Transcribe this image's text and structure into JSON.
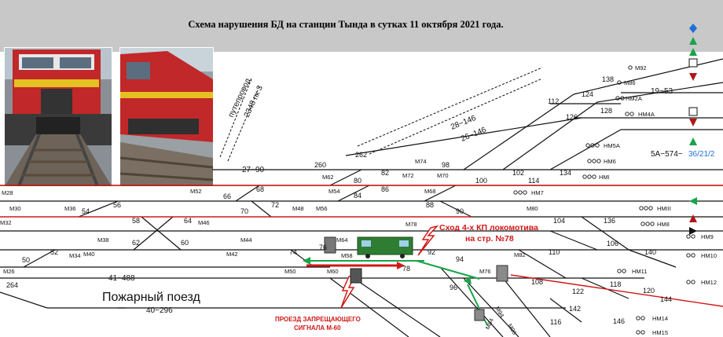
{
  "title": "Схема нарушения БД на станции Тында в сутках 11 октября 2021 года.",
  "annotations": {
    "kp_line1": "Сход 4-х КП локомотива",
    "kp_line2": "на стр. №78",
    "signal_line1": "ПРОЕЗД  ЗАПРЕЩАЮЩЕГО",
    "signal_line2": "СИГНАЛА М-60",
    "fire_train": "Пожарный поезд",
    "overpass_1": "путепровод",
    "overpass_2": "2348 пк 3"
  },
  "routes": {
    "r27_90": "27−90",
    "r28_146": "28−146",
    "r26_146": "26−146",
    "r41_488": "41−488",
    "r40_296": "40−296",
    "r19_53": "19−53",
    "r5a": "5А−574−",
    "r5a_blue": "36/21/2"
  },
  "switches": [
    "260",
    "262",
    "98",
    "100",
    "102",
    "112",
    "114",
    "124",
    "126",
    "128",
    "134",
    "138",
    "82",
    "80",
    "84",
    "86",
    "88",
    "90",
    "66",
    "68",
    "70",
    "72",
    "54",
    "56",
    "58",
    "64",
    "62",
    "60",
    "50",
    "52",
    "74",
    "76",
    "78",
    "92",
    "94",
    "96",
    "104",
    "106",
    "108",
    "110",
    "116",
    "118",
    "120",
    "122",
    "136",
    "140",
    "142",
    "144",
    "146",
    "264"
  ],
  "signals": {
    "M92": "М92",
    "M86": "М86",
    "HM2A": "НМ2А",
    "HM4A": "НМ4А",
    "HM5A": "НМ5А",
    "HM6": "НМ6",
    "HMI": "НМI",
    "M74": "М74",
    "M72": "М72",
    "M70": "М70",
    "M68": "М68",
    "M62": "М62",
    "M52": "М52",
    "M54": "М54",
    "M56": "М56",
    "M28": "М28",
    "M30": "М30",
    "M32": "М32",
    "M36": "М36",
    "M46": "М46",
    "M48": "М48",
    "M78": "М78",
    "M80": "М80",
    "HM7": "НМ7",
    "HMIII": "НМIII",
    "HM8": "НМ8",
    "M38": "М38",
    "M40": "М40",
    "M44": "М44",
    "M42": "М42",
    "M34": "М34",
    "M64": "М64",
    "M58": "М58",
    "M60": "М60",
    "M50": "М50",
    "M26": "М26",
    "M76": "М76",
    "M82": "М82",
    "M84": "М84",
    "M94": "М94",
    "M96": "М96",
    "HM9": "НМ9",
    "HM10": "НМ10",
    "HM11": "НМ11",
    "HM12": "НМ12",
    "HM14": "НМ14",
    "HM15": "НМ15"
  },
  "colors": {
    "header_bg": "#c8c8c8",
    "track": "#111111",
    "red_track": "#d01818",
    "green_path": "#1aa34a",
    "locomotive": "#2e7d32",
    "signal_blue": "#1e6fd9"
  },
  "legend_icons": [
    "blue-diamond-icon",
    "green-triangle-icon",
    "green-triangle-icon",
    "green-triangle-icon",
    "red-triangle-icon",
    "signal-box-icon",
    "green-triangle-icon",
    "green-arrow-icon",
    "red-triangle-icon",
    "black-arrow-icon"
  ]
}
